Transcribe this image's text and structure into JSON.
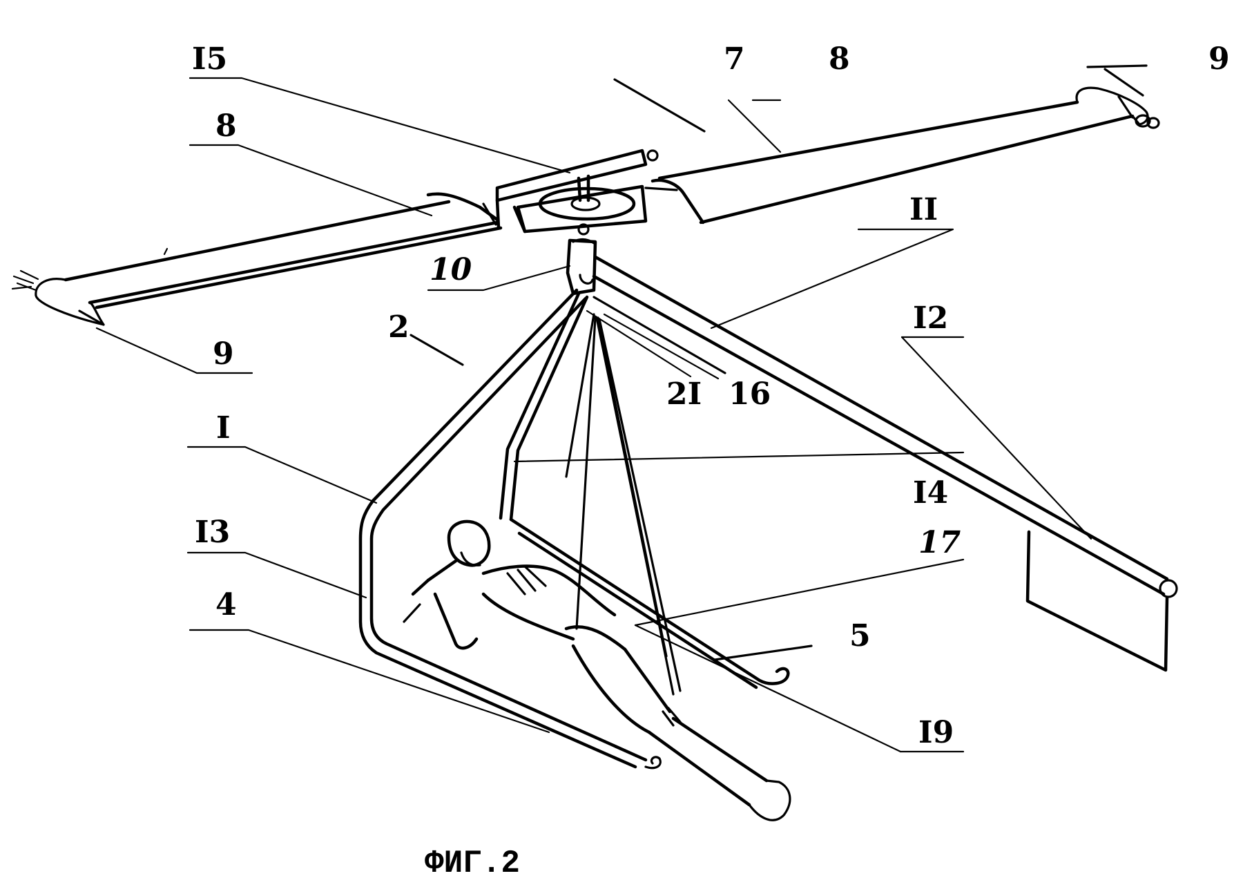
{
  "figure": {
    "caption": "ФИГ.2",
    "description": "Patent drawing of a single-seat rotor glider (autogyro-type) with suspended prone pilot"
  },
  "labels": {
    "l15": "I5",
    "l7": "7",
    "l8_top": "8",
    "l9_top": "9",
    "l8_left": "8",
    "l11": "II",
    "l10": "10",
    "l9_left": "9",
    "l2": "2",
    "l21": "2I",
    "l16": "16",
    "l12": "I2",
    "l1": "I",
    "l14": "I4",
    "l17": "17",
    "l13": "I3",
    "l4": "4",
    "l5": "5",
    "l19": "I9"
  }
}
